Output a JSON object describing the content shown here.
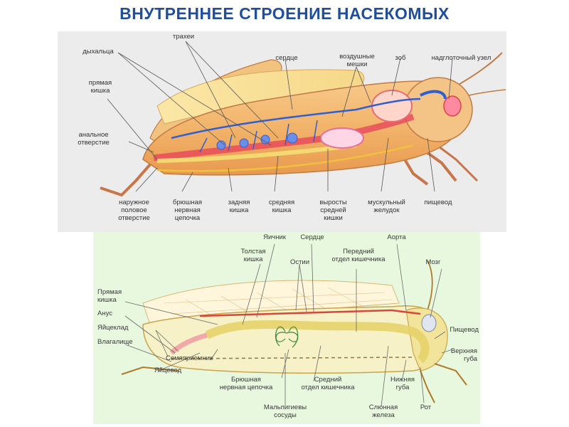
{
  "title": "ВНУТРЕННЕЕ СТРОЕНИЕ НАСЕКОМЫХ",
  "top_diagram": {
    "labels": {
      "trakhei": "трахеи",
      "dykhaltsa": "дыхальца",
      "serdtse": "сердце",
      "vozdushnye_meshki": "воздушные\nмешки",
      "zob": "зоб",
      "nadglotochny": "надглоточный узел",
      "pryamaya_kishka": "прямая\nкишка",
      "analnoe": "анальное\nотверстие",
      "naruzhnoe": "наружное\nполовое\nотверстие",
      "bryushnaya": "брюшная\nнервная\nцепочка",
      "zadnyaya": "задняя\nкишка",
      "srednyaya": "средняя\nкишка",
      "vyrosty": "выросты\nсредней\nкишки",
      "muskulny": "мускульный\nжелудок",
      "pishchevod": "пищевод"
    }
  },
  "bottom_diagram": {
    "labels": {
      "yaichnik": "Яичник",
      "serdtse": "Сердце",
      "aorta": "Аорта",
      "tolstaya": "Толстая\nкишка",
      "ostii": "Остии",
      "peredny": "Передний\nотдел кишечника",
      "mozg": "Мозг",
      "pryamaya": "Прямая\nкишка",
      "anus": "Анус",
      "yaytseklad": "Яйцеклад",
      "vlagalishche": "Влагалище",
      "semyapriemnik": "Семяприемник",
      "yaytsevod": "Яйцевод",
      "pishchevod": "Пищевод",
      "verkhnyaya": "Верхняя\nгуба",
      "bryushnaya": "Брюшная\nнервная цепочка",
      "sredny": "Средний\nотдел кишечника",
      "nizhnyaya": "Нижняя\nгуба",
      "malpigievy": "Мальпигиевы\nсосуды",
      "slyunnaya": "Слюнная\nжелеза",
      "rot": "Рот"
    }
  },
  "colors": {
    "title": "#1f4f9a",
    "panel_top": "#ececec",
    "panel_bottom": "#e7f8df"
  }
}
